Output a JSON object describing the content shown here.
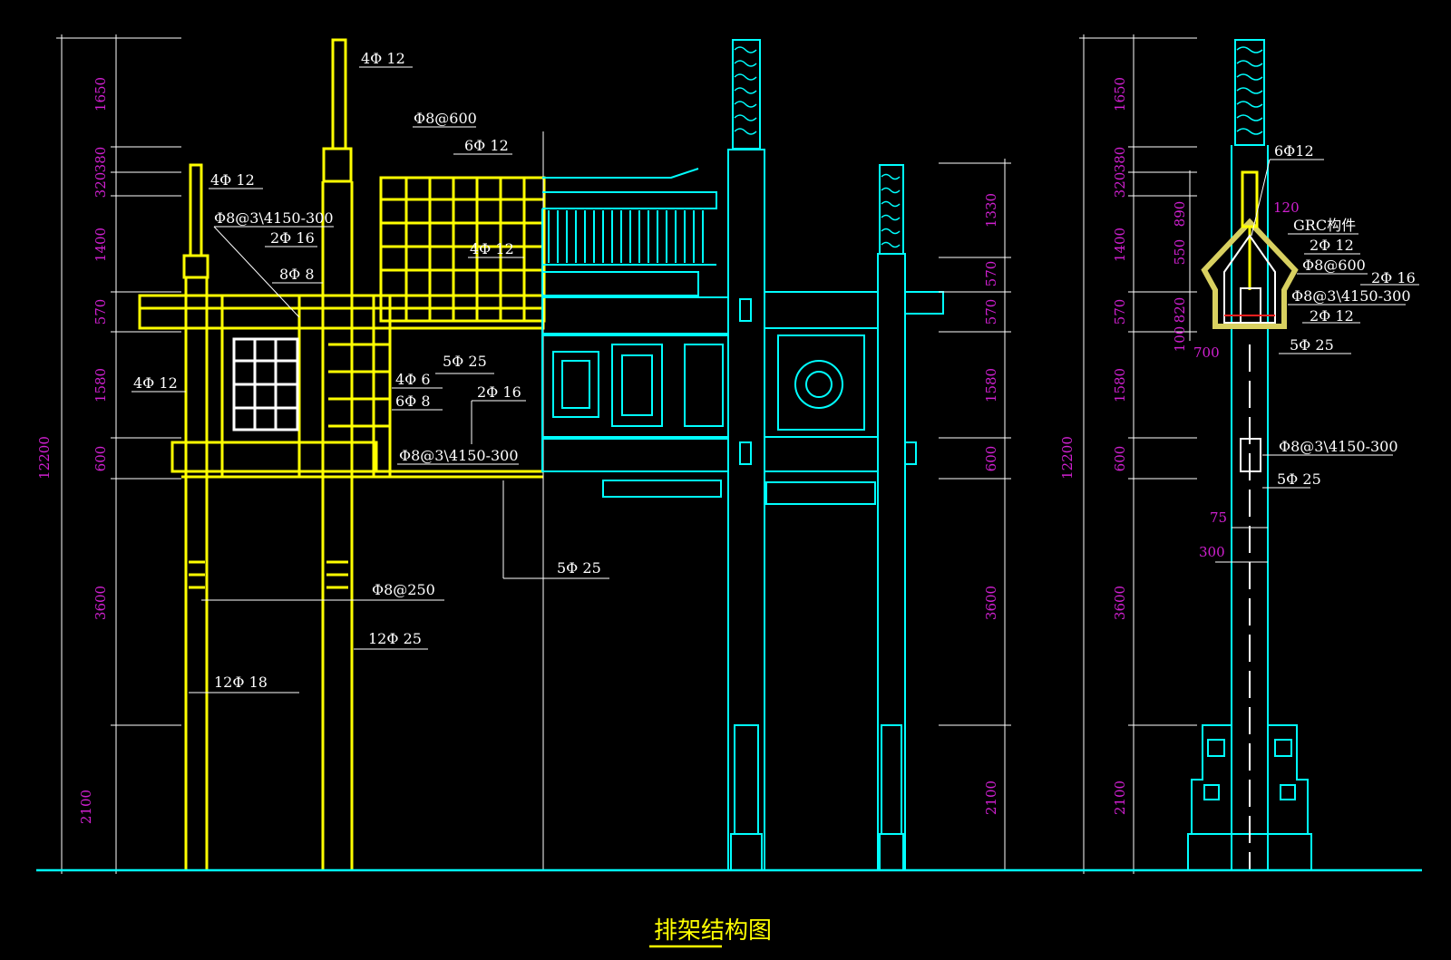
{
  "title": "排架结构图",
  "left_dims": {
    "overall": "12200",
    "segments": [
      "1650",
      "380",
      "320",
      "1400",
      "570",
      "1580",
      "600",
      "3600",
      "2100"
    ]
  },
  "mid_dims": {
    "segments": [
      "1330",
      "570",
      "570",
      "1580",
      "600",
      "3600",
      "2100"
    ]
  },
  "side_dims": {
    "overall": "12200",
    "segments": [
      "1650",
      "380",
      "320",
      "1400",
      "570",
      "1580",
      "600",
      "3600",
      "2100"
    ],
    "inner": [
      "890",
      "550",
      "820",
      "100",
      "120",
      "700",
      "75",
      "300"
    ]
  },
  "front_labels": {
    "top_bar": "4Φ 12",
    "phi8_600": "Φ8@600",
    "six_phi12": "6Φ 12",
    "left_post": "4Φ 12",
    "stirrup_top": "Φ8@3\\4150-300",
    "two_phi16_a": "2Φ 16",
    "eight_phi8": "8Φ 8",
    "four_phi12_roof": "4Φ 12",
    "four_phi12_mid": "4Φ 12",
    "five_phi25_a": "5Φ 25",
    "four_phi6": "4Φ 6",
    "six_phi8": "6Φ 8",
    "two_phi16_b": "2Φ 16",
    "stirrup_beam": "Φ8@3\\4150-300",
    "five_phi25_b": "5Φ 25",
    "phi8_250": "Φ8@250",
    "twelve_phi25": "12Φ 25",
    "twelve_phi18": "12Φ 18"
  },
  "side_labels": {
    "six_phi12": "6Φ12",
    "grc": "GRC构件",
    "two_phi12_a": "2Φ 12",
    "phi8_600": "Φ8@600",
    "two_phi16": "2Φ 16",
    "stirrup_top": "Φ8@3\\4150-300",
    "two_phi12_b": "2Φ 12",
    "five_phi25_a": "5Φ 25",
    "stirrup_mid": "Φ8@3\\4150-300",
    "five_phi25_b": "5Φ 25"
  }
}
